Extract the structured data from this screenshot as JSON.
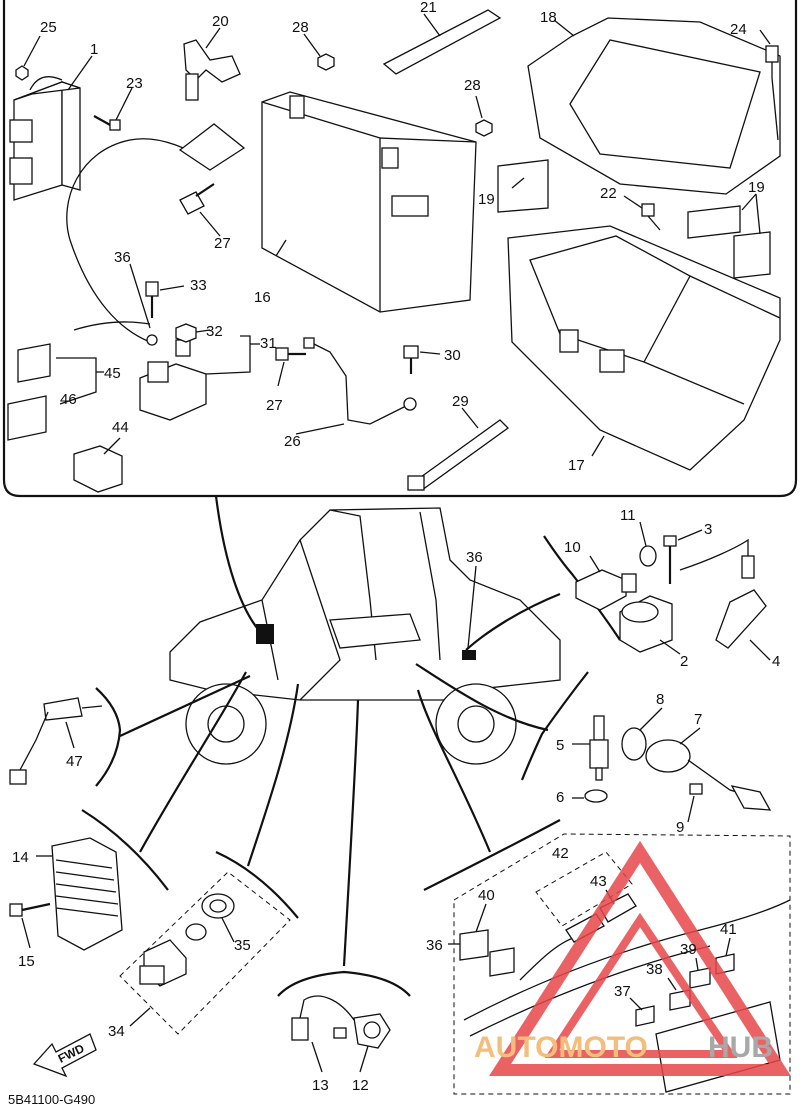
{
  "diagram_code": "5B41100-G490",
  "fwd_label": "FWD",
  "watermark": {
    "part1": "AUTOMOTO",
    "part2": "HUB",
    "colors": {
      "triangle": "#e8474b",
      "text_orange": "#f2b266",
      "text_gray": "#9a9a9a"
    }
  },
  "callouts": {
    "c1": "1",
    "c2": "2",
    "c3": "3",
    "c4": "4",
    "c5": "5",
    "c6": "6",
    "c7": "7",
    "c8": "8",
    "c9": "9",
    "c10": "10",
    "c11": "11",
    "c12": "12",
    "c13": "13",
    "c14": "14",
    "c15": "15",
    "c16": "16",
    "c17": "17",
    "c18": "18",
    "c19a": "19",
    "c19b": "19",
    "c20": "20",
    "c21": "21",
    "c22": "22",
    "c23": "23",
    "c24": "24",
    "c25": "25",
    "c26": "26",
    "c27a": "27",
    "c27b": "27",
    "c28a": "28",
    "c28b": "28",
    "c29": "29",
    "c30": "30",
    "c31": "31",
    "c32": "32",
    "c33": "33",
    "c34": "34",
    "c35": "35",
    "c36a": "36",
    "c36b": "36",
    "c36c": "36",
    "c37": "37",
    "c38": "38",
    "c39": "39",
    "c40": "40",
    "c41": "41",
    "c42": "42",
    "c43": "43",
    "c44": "44",
    "c45": "45",
    "c46": "46",
    "c47": "47"
  }
}
